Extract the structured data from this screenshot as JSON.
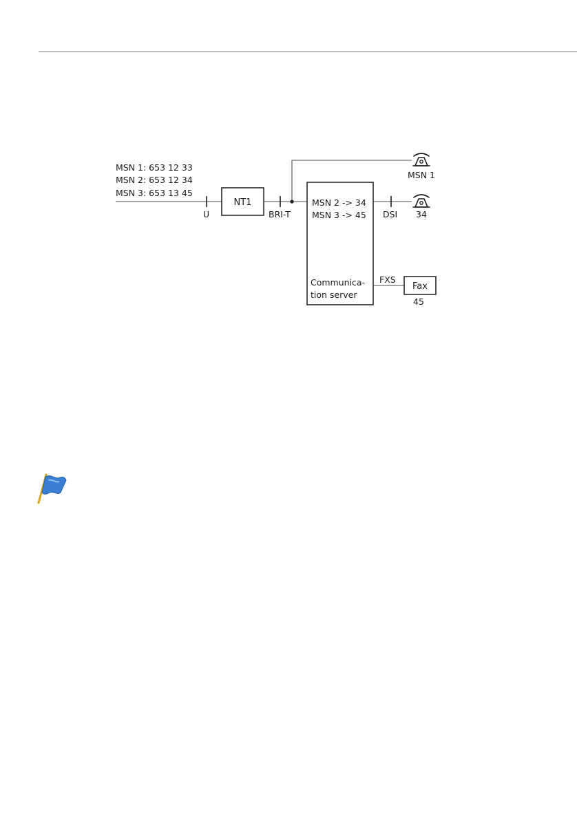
{
  "diagram": {
    "msn_list": [
      "MSN 1: 653 12 33",
      "MSN 2: 653 12 34",
      "MSN 3: 653 13 45"
    ],
    "interfaces": {
      "u": "U",
      "bri_t": "BRI-T",
      "dsi": "DSI",
      "fxs": "FXS"
    },
    "nt1_label": "NT1",
    "server": {
      "mapping": [
        "MSN 2 -> 34",
        "MSN 3 -> 45"
      ],
      "name_lines": [
        "Communica-",
        "tion server"
      ]
    },
    "phone_msn1_label": "MSN 1",
    "phone_34_label": "34",
    "fax_label": "Fax",
    "fax_number": "45"
  },
  "note_icon": "blue-flag-icon",
  "colors": {
    "rule": "#7a7a7a",
    "flag_blue": "#3b7fd4",
    "flag_pole": "#d9a520"
  }
}
